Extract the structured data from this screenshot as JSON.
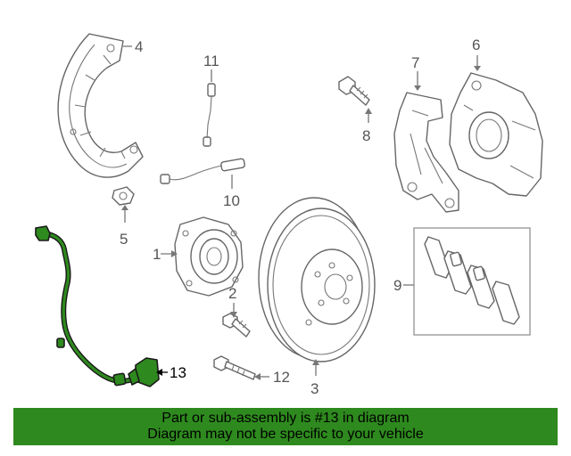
{
  "diagram": {
    "callouts": {
      "c1": "1",
      "c2": "2",
      "c3": "3",
      "c4": "4",
      "c5": "5",
      "c6": "6",
      "c7": "7",
      "c8": "8",
      "c9": "9",
      "c10": "10",
      "c11": "11",
      "c12": "12",
      "c13": "13"
    },
    "highlighted_part": "13",
    "colors": {
      "highlight": "#2e8a1e",
      "line": "#666666",
      "banner_bg": "#2e8a1e"
    }
  },
  "banner": {
    "line1": "Part or sub-assembly is #13 in diagram",
    "line2": "Diagram may not be specific to your vehicle"
  }
}
